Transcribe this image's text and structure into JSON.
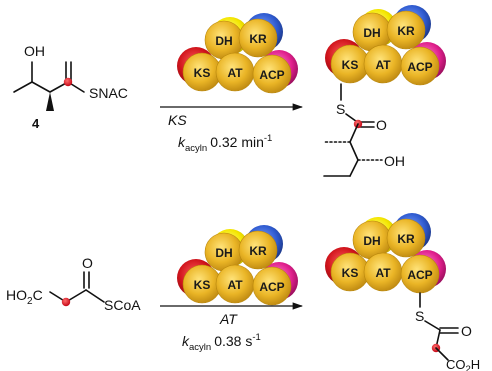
{
  "colors": {
    "domain_fill": "#e8b51f",
    "red_shadow": "#c8102e",
    "yellow_shadow": "#f2e600",
    "blue_shadow": "#2b57c8",
    "magenta_shadow": "#e0208a",
    "acyl_dot": "#d9000f",
    "text": "#111111"
  },
  "reaction_top": {
    "substrate": {
      "oh_label": "OH",
      "thioester_label": "SNAC",
      "compound_number": "4"
    },
    "enzyme": {
      "domains": [
        "DH",
        "KR",
        "KS",
        "AT",
        "ACP"
      ]
    },
    "arrow": {
      "domain_label": "KS",
      "rate_symbol": "k",
      "rate_subscript": "acyln",
      "rate_value": "0.32 min",
      "rate_exponent": "-1"
    },
    "product": {
      "domains": [
        "DH",
        "KR",
        "KS",
        "AT",
        "ACP"
      ],
      "sulfur_label": "S",
      "oxygen_label": "O",
      "oh_label": "OH"
    }
  },
  "reaction_bottom": {
    "substrate": {
      "acid_prefix": "HO",
      "acid_sub": "2",
      "acid_suffix": "C",
      "oxygen_label": "O",
      "thioester_label": "SCoA"
    },
    "enzyme": {
      "domains": [
        "DH",
        "KR",
        "KS",
        "AT",
        "ACP"
      ]
    },
    "arrow": {
      "domain_label": "AT",
      "rate_symbol": "k",
      "rate_subscript": "acyln",
      "rate_value": "0.38 s",
      "rate_exponent": "-1"
    },
    "product": {
      "domains": [
        "DH",
        "KR",
        "KS",
        "AT",
        "ACP"
      ],
      "sulfur_label": "S",
      "oxygen_label": "O",
      "acid_prefix": "CO",
      "acid_sub": "2",
      "acid_suffix": "H"
    }
  }
}
